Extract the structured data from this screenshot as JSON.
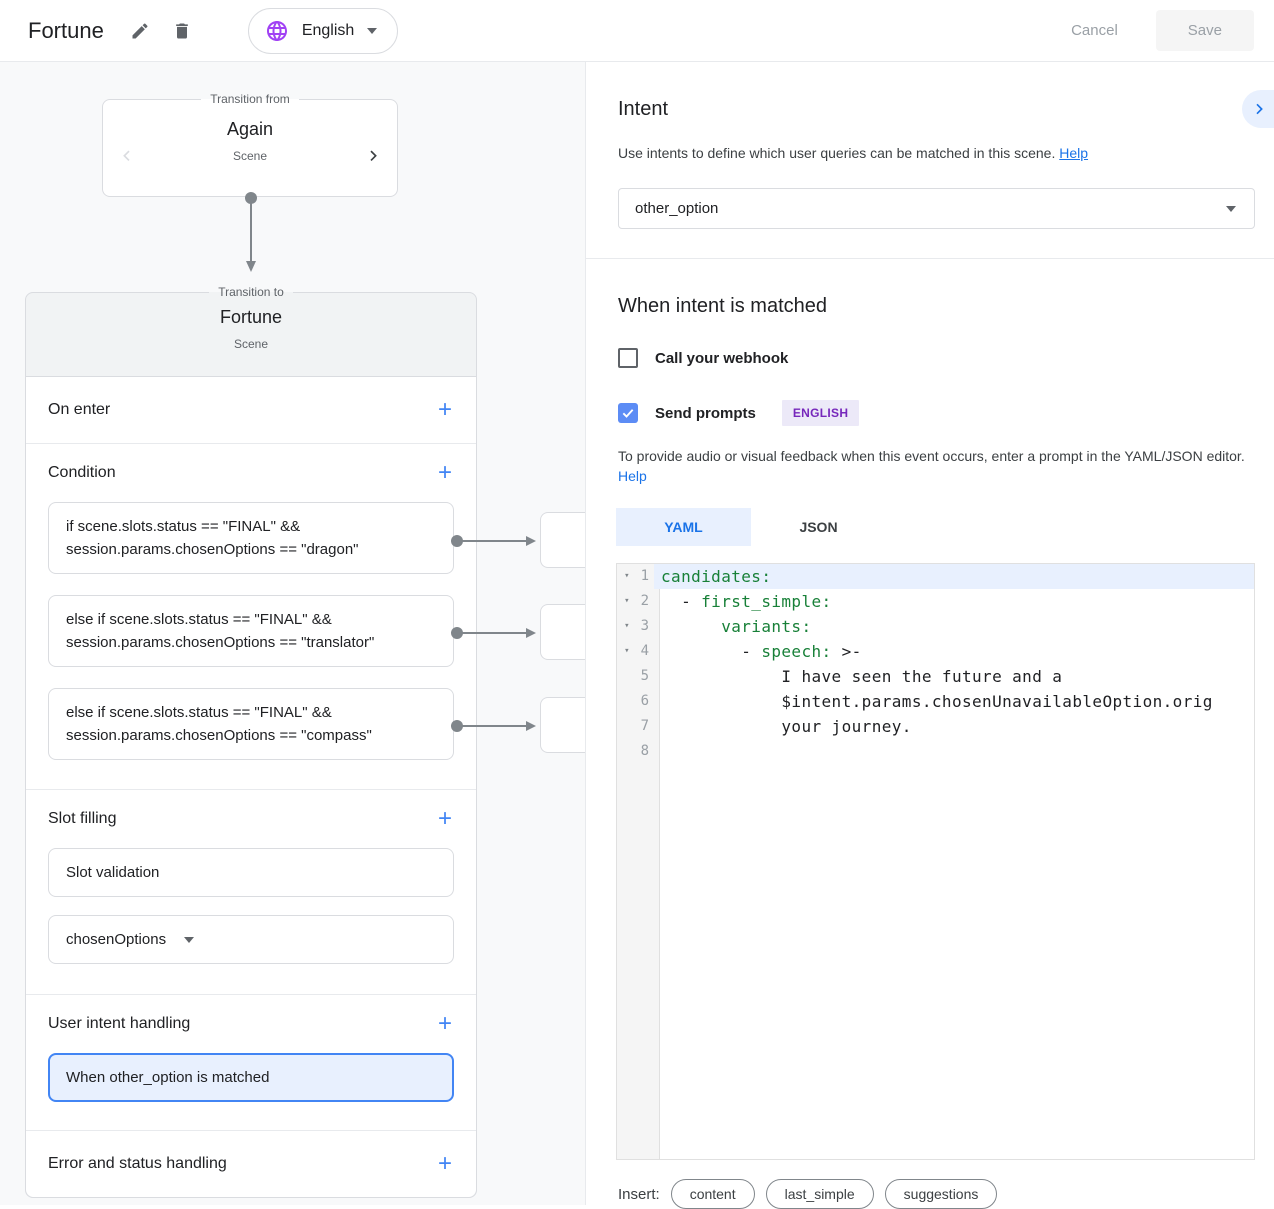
{
  "topbar": {
    "title": "Fortune",
    "language": "English",
    "cancel_label": "Cancel",
    "save_label": "Save"
  },
  "icons": {
    "plus": "+",
    "fold_triangle": "▾",
    "pencil": "pencil-icon",
    "trash": "trash-icon",
    "globe": "globe-icon"
  },
  "colors": {
    "accent_blue": "#1a73e8",
    "plus_blue": "#4285f4",
    "globe_purple": "#a142f4",
    "badge_purple": "#7627bb",
    "badge_bg": "#ece9f8",
    "code_key_green": "#188038",
    "selection_bg": "#e8f0fe",
    "checkbox_checked": "#5c8cf5",
    "selected_box_border": "#4285f4",
    "panel_bg": "#f8f9fa"
  },
  "flow": {
    "from_card": {
      "legend": "Transition from",
      "title": "Again",
      "subtitle": "Scene"
    },
    "to_card": {
      "legend": "Transition to",
      "title": "Fortune",
      "subtitle": "Scene"
    },
    "sections": {
      "on_enter": "On enter",
      "condition": "Condition",
      "slot_filling": "Slot filling",
      "user_intent_handling": "User intent handling",
      "error_handling": "Error and status handling"
    },
    "conditions": [
      {
        "line1": "if scene.slots.status == \"FINAL\" &&",
        "line2": "session.params.chosenOptions == \"dragon\""
      },
      {
        "line1": "else if scene.slots.status == \"FINAL\" &&",
        "line2": "session.params.chosenOptions == \"translator\""
      },
      {
        "line1": "else if scene.slots.status == \"FINAL\" &&",
        "line2": "session.params.chosenOptions == \"compass\""
      }
    ],
    "slot_validation_label": "Slot validation",
    "slot_param": "chosenOptions",
    "intent_handler_label": "When other_option is matched"
  },
  "intent_panel": {
    "title": "Intent",
    "description": "Use intents to define which user queries can be matched in this scene.",
    "help_label": "Help",
    "selected_intent": "other_option",
    "matched": {
      "title": "When intent is matched",
      "webhook_label": "Call your webhook",
      "webhook_checked": false,
      "prompts_label": "Send prompts",
      "prompts_checked": true,
      "language_badge": "ENGLISH",
      "description": "To provide audio or visual feedback when this event occurs, enter a prompt in the YAML/JSON editor.",
      "help_label": "Help"
    },
    "tabs": {
      "yaml": "YAML",
      "json": "JSON",
      "active": "YAML"
    },
    "editor": {
      "active_line": 1,
      "lines": [
        {
          "n": "1",
          "fold": "▾",
          "s1": {
            "t": "candidates:",
            "c": "key"
          }
        },
        {
          "n": "2",
          "fold": "▾",
          "s0": {
            "t": "  - ",
            "c": "plain"
          },
          "s1": {
            "t": "first_simple:",
            "c": "key"
          }
        },
        {
          "n": "3",
          "fold": "▾",
          "s0": {
            "t": "      ",
            "c": "plain"
          },
          "s1": {
            "t": "variants:",
            "c": "key"
          }
        },
        {
          "n": "4",
          "fold": "▾",
          "s0": {
            "t": "        - ",
            "c": "plain"
          },
          "s1": {
            "t": "speech:",
            "c": "key"
          },
          "s2": {
            "t": " >-",
            "c": "plain"
          }
        },
        {
          "n": "5",
          "s1": {
            "t": "            I have seen the future and a",
            "c": "plain"
          }
        },
        {
          "n": "6",
          "s1": {
            "t": "            $intent.params.chosenUnavailableOption.orig",
            "c": "plain"
          }
        },
        {
          "n": "7",
          "s1": {
            "t": "            your journey.",
            "c": "plain"
          }
        },
        {
          "n": "8"
        }
      ]
    },
    "insert": {
      "label": "Insert:",
      "buttons": [
        "content",
        "last_simple",
        "suggestions"
      ]
    }
  }
}
